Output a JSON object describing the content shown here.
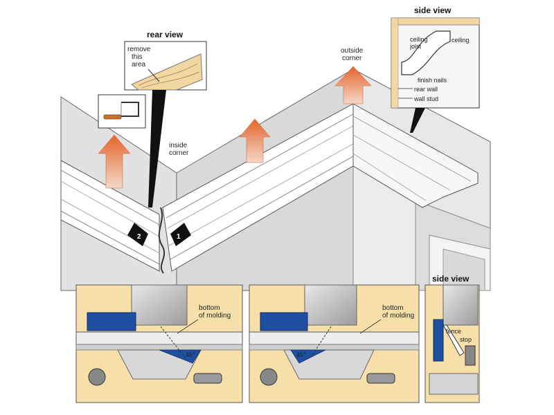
{
  "labels": {
    "rear_view": "rear view",
    "remove_this_area": [
      "remove",
      "this",
      "area"
    ],
    "inside_corner": [
      "inside",
      "corner"
    ],
    "outside_corner": [
      "outside",
      "corner"
    ],
    "side_view_top": "side view",
    "ceiling_joist": [
      "ceiling",
      "joist"
    ],
    "ceiling": "ceiling",
    "finish_nails": "finish nails",
    "rear_wall": "rear wall",
    "wall_stud": "wall stud",
    "bottom_of_molding_left": [
      "bottom",
      "of molding"
    ],
    "bottom_of_molding_right": [
      "bottom",
      "of molding"
    ],
    "angle_left": "45°",
    "angle_right": "45°",
    "side_view_bottom": "side view",
    "fence": "fence",
    "stop": "stop",
    "step_1": "1",
    "step_2": "2"
  },
  "colors": {
    "wall": "#dedede",
    "wall_dark": "#c9c9c9",
    "molding": "#ffffff",
    "arrow": "#e7713a",
    "panel_bg": "#f6dfa9",
    "saw_blue": "#1f4fa0",
    "saw_gray": "#b5b5b5",
    "wood": "#f1d7a2"
  }
}
